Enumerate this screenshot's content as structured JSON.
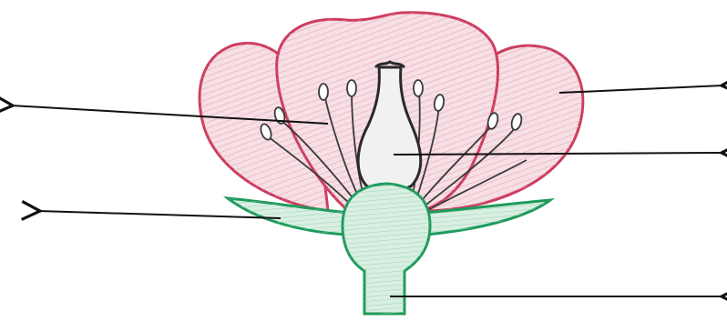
{
  "diagram": {
    "subject": "flower-cross-section",
    "colors": {
      "petal_fill": "#f6dfe5",
      "petal_stroke": "#cc3d5e",
      "petal_hatch": "#e79aab",
      "sepal_fill": "#d9efe2",
      "sepal_stroke": "#1f9a5c",
      "pistil_fill": "#f1f1f1",
      "pistil_stroke": "#2a2a2a",
      "filament": "#3a3a3a",
      "arrow": "#111111"
    },
    "label_arrows": [
      {
        "id": "stamen",
        "direction": "left"
      },
      {
        "id": "sepal",
        "direction": "left"
      },
      {
        "id": "petal",
        "direction": "right"
      },
      {
        "id": "pistil",
        "direction": "right"
      },
      {
        "id": "stalk",
        "direction": "right"
      }
    ],
    "labels_text": []
  }
}
